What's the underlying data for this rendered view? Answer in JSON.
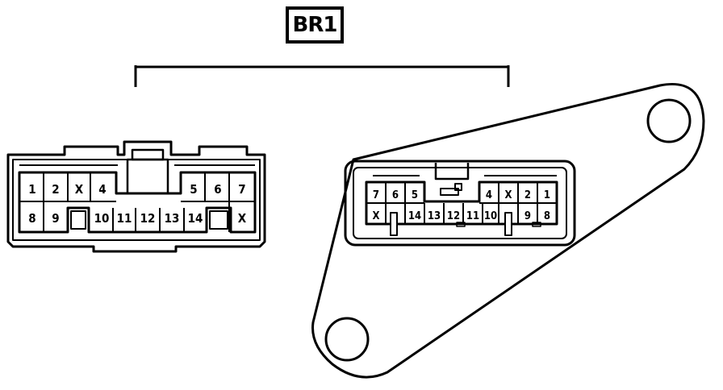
{
  "connector_label": "BR1",
  "male_connector": {
    "top_row": [
      {
        "text": "1"
      },
      {
        "text": "2"
      },
      {
        "text": "X"
      },
      {
        "text": "4"
      },
      {
        "text": "5"
      },
      {
        "text": "6"
      },
      {
        "text": "7"
      }
    ],
    "bottom_row": [
      {
        "text": "8"
      },
      {
        "text": "9"
      },
      {
        "text": "10"
      },
      {
        "text": "11"
      },
      {
        "text": "12"
      },
      {
        "text": "13"
      },
      {
        "text": "14"
      },
      {
        "text": "X"
      }
    ]
  },
  "female_connector": {
    "top_row": [
      {
        "text": "7"
      },
      {
        "text": "6"
      },
      {
        "text": "5"
      },
      {
        "text": "4"
      },
      {
        "text": "X"
      },
      {
        "text": "2"
      },
      {
        "text": "1"
      }
    ],
    "bottom_row": [
      {
        "text": "X"
      },
      {
        "text": "14"
      },
      {
        "text": "13"
      },
      {
        "text": "12"
      },
      {
        "text": "11"
      },
      {
        "text": "10"
      },
      {
        "text": "9"
      },
      {
        "text": "8"
      }
    ]
  }
}
